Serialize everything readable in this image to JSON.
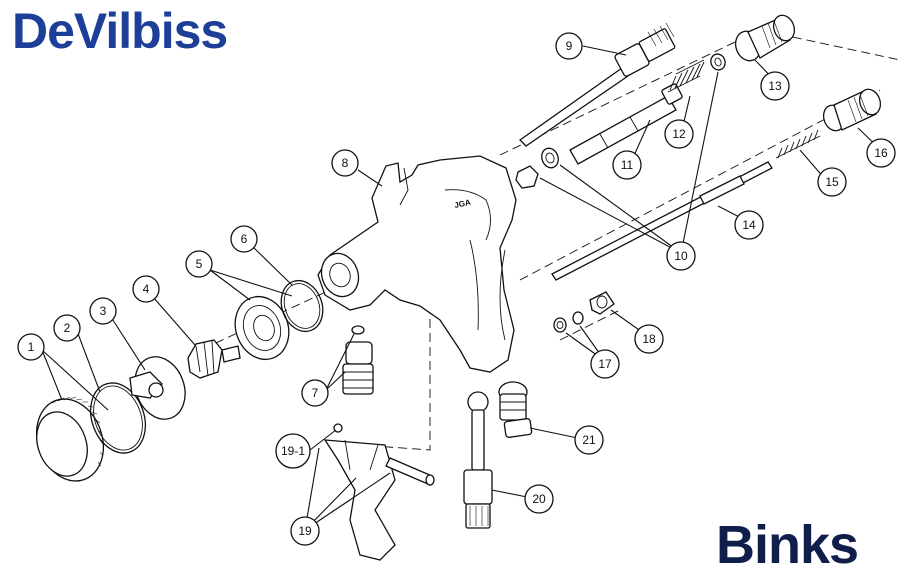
{
  "brands": {
    "top": "DeVilbiss",
    "bottom": "Binks",
    "top_color": "#1d3f97",
    "bottom_color": "#0f1e4b"
  },
  "gun_marking": "JGA",
  "callouts": [
    {
      "id": "c1",
      "label": "1"
    },
    {
      "id": "c2",
      "label": "2"
    },
    {
      "id": "c3",
      "label": "3"
    },
    {
      "id": "c4",
      "label": "4"
    },
    {
      "id": "c5",
      "label": "5"
    },
    {
      "id": "c6",
      "label": "6"
    },
    {
      "id": "c7",
      "label": "7"
    },
    {
      "id": "c8",
      "label": "8"
    },
    {
      "id": "c9",
      "label": "9"
    },
    {
      "id": "c10",
      "label": "10"
    },
    {
      "id": "c11",
      "label": "11"
    },
    {
      "id": "c12",
      "label": "12"
    },
    {
      "id": "c13",
      "label": "13"
    },
    {
      "id": "c14",
      "label": "14"
    },
    {
      "id": "c15",
      "label": "15"
    },
    {
      "id": "c16",
      "label": "16"
    },
    {
      "id": "c17",
      "label": "17"
    },
    {
      "id": "c18",
      "label": "18"
    },
    {
      "id": "c19",
      "label": "19"
    },
    {
      "id": "c19-1",
      "label": "19-1"
    },
    {
      "id": "c20",
      "label": "20"
    },
    {
      "id": "c21",
      "label": "21"
    }
  ]
}
